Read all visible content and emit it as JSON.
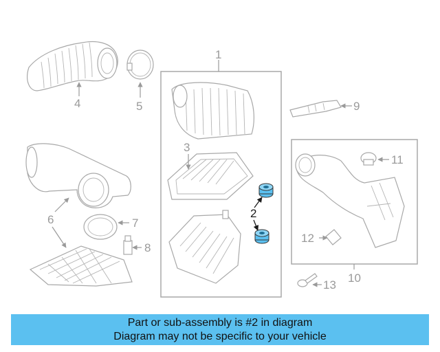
{
  "callouts": {
    "c1": "1",
    "c2": "2",
    "c3": "3",
    "c4": "4",
    "c5": "5",
    "c6": "6",
    "c7": "7",
    "c8": "8",
    "c9": "9",
    "c10": "10",
    "c11": "11",
    "c12": "12",
    "c13": "13"
  },
  "highlight_color": "#5bc0f0",
  "banner": {
    "line1": "Part or sub-assembly is #2 in diagram",
    "line2": "Diagram may not be specific to your vehicle"
  }
}
